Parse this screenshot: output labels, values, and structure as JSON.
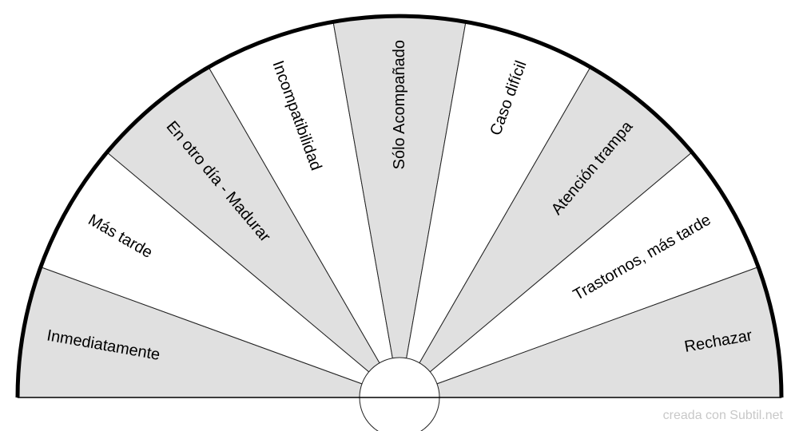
{
  "diagram": {
    "type": "semicircle-pendulum-chart",
    "sectors": [
      {
        "label": "Inmediatamente",
        "shaded": true
      },
      {
        "label": "Más tarde",
        "shaded": false
      },
      {
        "label": "En otro día - Madurar",
        "shaded": true
      },
      {
        "label": "Incompatibilidad",
        "shaded": false
      },
      {
        "label": "Sólo Acompañado",
        "shaded": true
      },
      {
        "label": "Caso difícil",
        "shaded": false
      },
      {
        "label": "Atención trampa",
        "shaded": true
      },
      {
        "label": "Trastornos, más tarde",
        "shaded": false
      },
      {
        "label": "Rechazar",
        "shaded": true
      }
    ],
    "colors": {
      "shaded": "#e0e0e0",
      "plain": "#ffffff",
      "rim": "#000000",
      "lines": "#222222"
    }
  },
  "footer": {
    "credit": "creada con Subtil.net"
  }
}
